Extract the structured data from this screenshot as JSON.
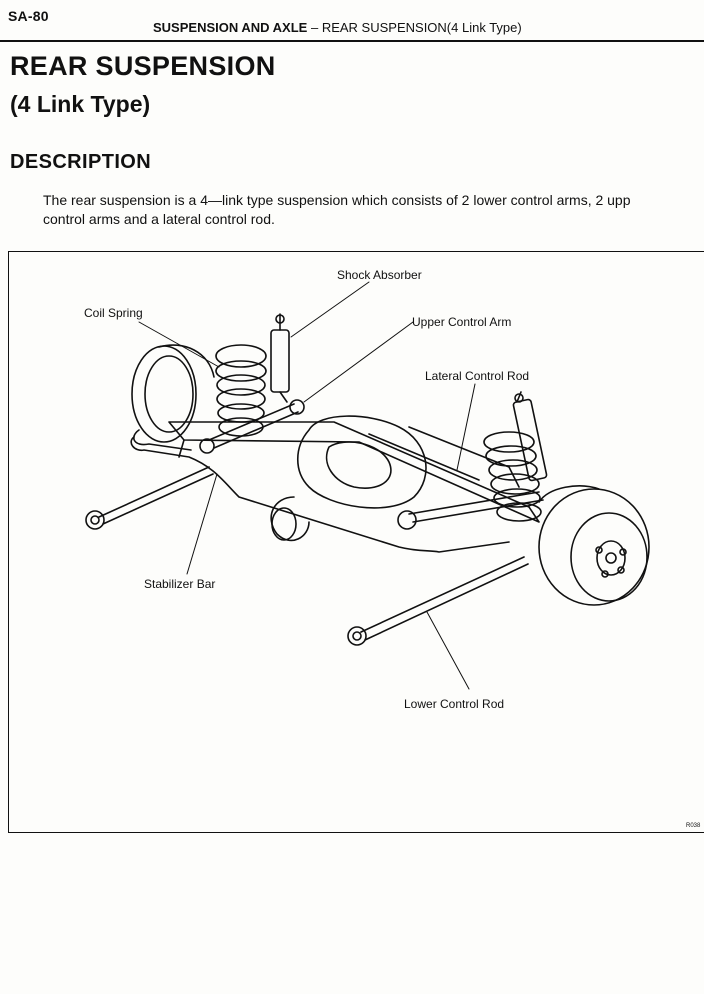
{
  "header": {
    "page_number": "SA-80",
    "section": "SUSPENSION AND AXLE",
    "dash": "–",
    "subsection": "REAR SUSPENSION(4 Link Type)"
  },
  "title": {
    "line1": "REAR SUSPENSION",
    "line2": "(4 Link Type)"
  },
  "description": {
    "heading": "DESCRIPTION",
    "line1": "The rear suspension is a 4—link type suspension which consists of 2 lower control arms, 2 upp",
    "line2": "control arms and a lateral control rod."
  },
  "figure": {
    "labels": {
      "shock_absorber": "Shock Absorber",
      "coil_spring": "Coil Spring",
      "upper_control_arm": "Upper Control Arm",
      "lateral_control_rod": "Lateral Control Rod",
      "stabilizer_bar": "Stabilizer Bar",
      "lower_control_rod": "Lower Control Rod"
    },
    "code": "R038"
  }
}
